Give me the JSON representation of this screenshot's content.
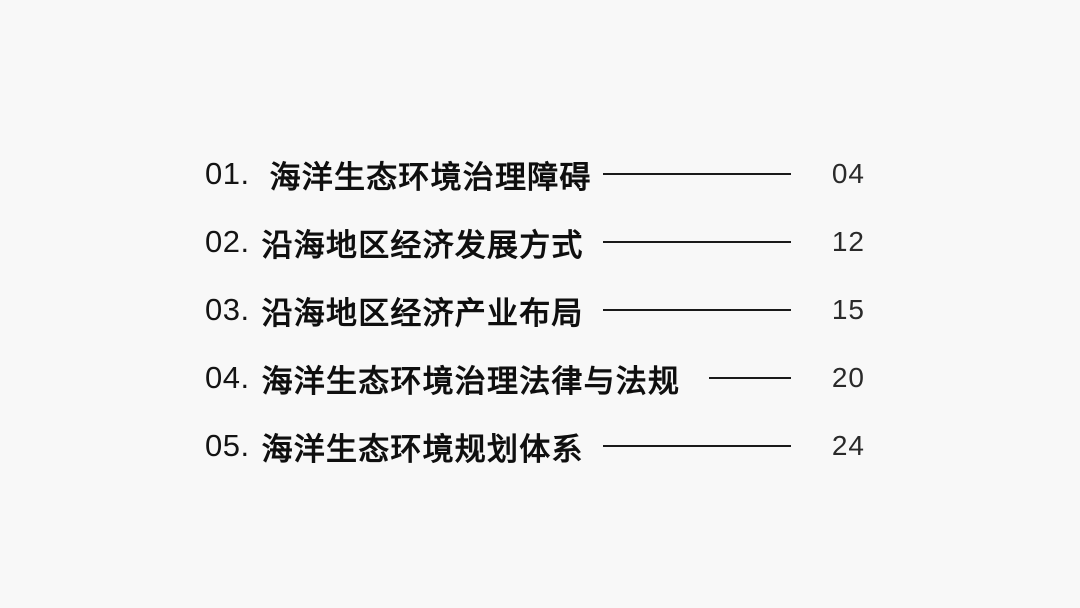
{
  "theme": {
    "background": "#f8f8f8",
    "text": "#0f0f0f",
    "index_color": "#141414",
    "page_number_color": "#2a2a2a",
    "leader_color": "#1a1a1a"
  },
  "toc": {
    "rows": [
      {
        "index": "01.",
        "title": "海洋生态环境治理障碍",
        "page": "04",
        "leader": "long",
        "gap": "wide"
      },
      {
        "index": "02.",
        "title": "沿海地区经济发展方式",
        "page": "12",
        "leader": "long",
        "gap": "normal"
      },
      {
        "index": "03.",
        "title": "沿海地区经济产业布局",
        "page": "15",
        "leader": "long",
        "gap": "normal"
      },
      {
        "index": "04.",
        "title": "海洋生态环境治理法律与法规",
        "page": "20",
        "leader": "short",
        "gap": "normal"
      },
      {
        "index": "05.",
        "title": "海洋生态环境规划体系",
        "page": "24",
        "leader": "long",
        "gap": "normal"
      }
    ]
  }
}
